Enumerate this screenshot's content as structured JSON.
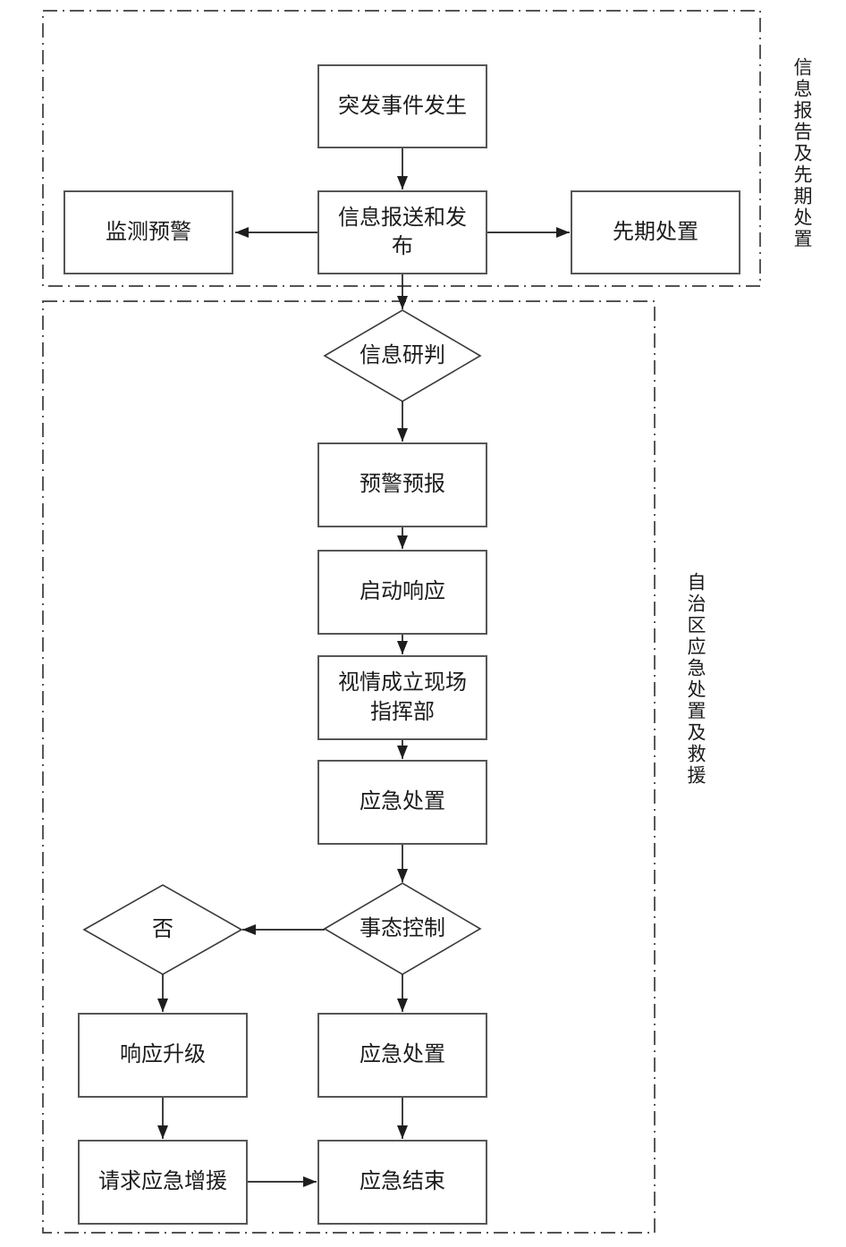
{
  "diagram": {
    "type": "flowchart",
    "background": "#ffffff",
    "line_color": "#1e1e1e",
    "box_border_color": "#565656",
    "text_color": "#1c1c1c"
  },
  "sections": {
    "top": {
      "label": "信息报告及先期处置",
      "border_style": "dash-dot"
    },
    "bottom": {
      "label": "自治区应急处置及救援",
      "border_style": "dash-dot"
    }
  },
  "nodes": {
    "event_occurs": {
      "label": "突发事件发生",
      "shape": "rect"
    },
    "monitor_warning": {
      "label": "监测预警",
      "shape": "rect"
    },
    "info_report_release": {
      "label": "信息报送和发布",
      "shape": "rect"
    },
    "early_disposal": {
      "label": "先期处置",
      "shape": "rect"
    },
    "info_judgement": {
      "label": "信息研判",
      "shape": "diamond"
    },
    "warning_forecast": {
      "label": "预警预报",
      "shape": "rect"
    },
    "start_response": {
      "label": "启动响应",
      "shape": "rect"
    },
    "onsite_command": {
      "label": "视情成立现场指挥部",
      "shape": "rect"
    },
    "emergency_disposal_1": {
      "label": "应急处置",
      "shape": "rect"
    },
    "situation_control": {
      "label": "事态控制",
      "shape": "diamond"
    },
    "no_branch": {
      "label": "否",
      "shape": "diamond"
    },
    "response_upgrade": {
      "label": "响应升级",
      "shape": "rect"
    },
    "emergency_disposal_2": {
      "label": "应急处置",
      "shape": "rect"
    },
    "request_reinforcement": {
      "label": "请求应急增援",
      "shape": "rect"
    },
    "emergency_end": {
      "label": "应急结束",
      "shape": "rect"
    }
  },
  "edges": [
    {
      "from": "event_occurs",
      "to": "info_report_release",
      "direction": "down"
    },
    {
      "from": "info_report_release",
      "to": "monitor_warning",
      "direction": "left"
    },
    {
      "from": "info_report_release",
      "to": "early_disposal",
      "direction": "right"
    },
    {
      "from": "info_report_release",
      "to": "info_judgement",
      "direction": "down"
    },
    {
      "from": "info_judgement",
      "to": "warning_forecast",
      "direction": "down"
    },
    {
      "from": "warning_forecast",
      "to": "start_response",
      "direction": "down"
    },
    {
      "from": "start_response",
      "to": "onsite_command",
      "direction": "down"
    },
    {
      "from": "onsite_command",
      "to": "emergency_disposal_1",
      "direction": "down"
    },
    {
      "from": "emergency_disposal_1",
      "to": "situation_control",
      "direction": "down"
    },
    {
      "from": "situation_control",
      "to": "no_branch",
      "direction": "left"
    },
    {
      "from": "situation_control",
      "to": "emergency_disposal_2",
      "direction": "down"
    },
    {
      "from": "no_branch",
      "to": "response_upgrade",
      "direction": "down"
    },
    {
      "from": "response_upgrade",
      "to": "request_reinforcement",
      "direction": "down"
    },
    {
      "from": "emergency_disposal_2",
      "to": "emergency_end",
      "direction": "down"
    },
    {
      "from": "request_reinforcement",
      "to": "emergency_end",
      "direction": "right"
    }
  ]
}
